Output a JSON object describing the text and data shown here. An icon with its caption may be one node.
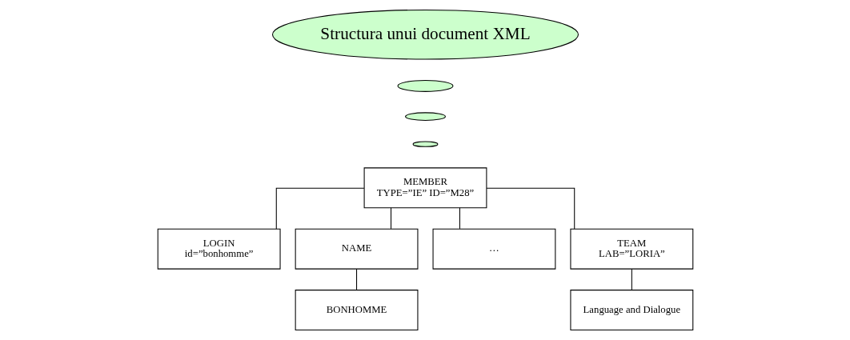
{
  "diagram": {
    "nodes": [
      {
        "text": [
          "Structura unui document XML"
        ]
      },
      {
        "text": [],
        "shape": "ellipse"
      },
      {
        "text": [],
        "shape": "ellipse"
      },
      {
        "text": [],
        "shape": "ellipse"
      },
      {
        "text": [
          "MEMBER",
          "TYPE=”IE” ID=”M28”"
        ]
      },
      {
        "text": [
          "LOGIN",
          "id=”bonhomme”"
        ]
      },
      {
        "text": [
          "NAME"
        ]
      },
      {
        "text": [
          "…"
        ]
      },
      {
        "text": [
          "TEAM",
          "LAB=”LORIA”"
        ]
      },
      {
        "text": [
          "BONHOMME"
        ]
      },
      {
        "text": [
          "Language and Dialogue"
        ]
      }
    ],
    "edges": [
      {
        "from": 4,
        "to": 5,
        "arrow": "none"
      },
      {
        "from": 4,
        "to": 6,
        "arrow": "none"
      },
      {
        "from": 4,
        "to": 7,
        "arrow": "none"
      },
      {
        "from": 4,
        "to": 8,
        "arrow": "none"
      },
      {
        "from": 6,
        "to": 9,
        "arrow": "none"
      },
      {
        "from": 8,
        "to": 10,
        "arrow": "none"
      }
    ]
  }
}
